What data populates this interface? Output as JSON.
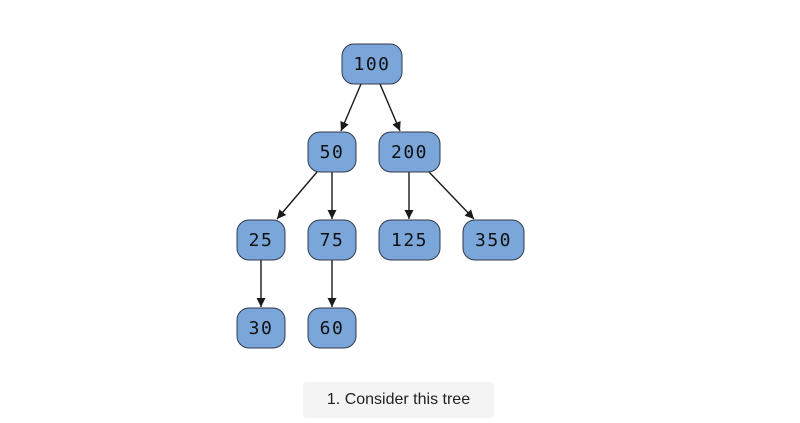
{
  "diagram": {
    "nodes": [
      {
        "id": "n100",
        "label": "100"
      },
      {
        "id": "n50",
        "label": "50"
      },
      {
        "id": "n200",
        "label": "200"
      },
      {
        "id": "n25",
        "label": "25"
      },
      {
        "id": "n75",
        "label": "75"
      },
      {
        "id": "n125",
        "label": "125"
      },
      {
        "id": "n350",
        "label": "350"
      },
      {
        "id": "n30",
        "label": "30"
      },
      {
        "id": "n60",
        "label": "60"
      }
    ],
    "edges": [
      {
        "from": "n100",
        "to": "n50"
      },
      {
        "from": "n100",
        "to": "n200"
      },
      {
        "from": "n50",
        "to": "n25"
      },
      {
        "from": "n50",
        "to": "n75"
      },
      {
        "from": "n200",
        "to": "n125"
      },
      {
        "from": "n200",
        "to": "n350"
      },
      {
        "from": "n25",
        "to": "n30"
      },
      {
        "from": "n75",
        "to": "n60"
      }
    ],
    "colors": {
      "node_fill": "#7ba6da",
      "node_stroke": "#2f3b4c",
      "edge": "#1a1a1a"
    }
  },
  "caption": {
    "text": "1. Consider this tree"
  }
}
